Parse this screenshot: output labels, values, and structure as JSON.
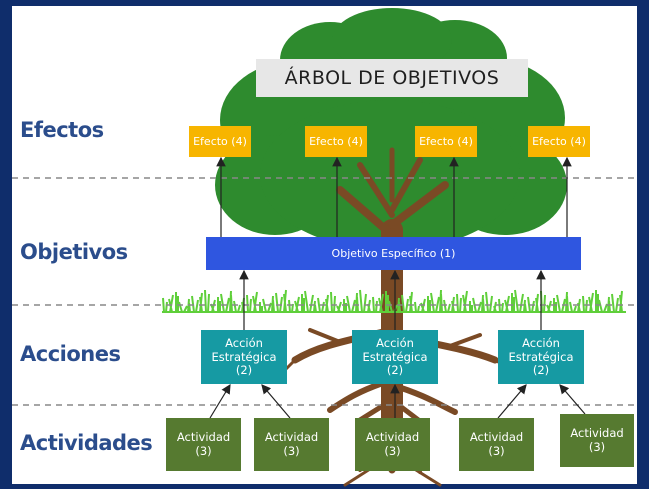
{
  "title": "ÁRBOL DE OBJETIVOS",
  "row_labels": {
    "effects": "Efectos",
    "objectives": "Objetivos",
    "actions": "Acciones",
    "activities": "Actividades"
  },
  "effects": [
    "Efecto (4)",
    "Efecto (4)",
    "Efecto (4)",
    "Efecto (4)"
  ],
  "objective": "Objetivo Específico (1)",
  "actions": [
    {
      "line1": "Acción",
      "line2": "Estratégica",
      "line3": "(2)"
    },
    {
      "line1": "Acción",
      "line2": "Estratégica",
      "line3": "(2)"
    },
    {
      "line1": "Acción",
      "line2": "Estratégica",
      "line3": "(2)"
    }
  ],
  "activities": [
    {
      "line1": "Actividad",
      "line2": "(3)"
    },
    {
      "line1": "Actividad",
      "line2": "(3)"
    },
    {
      "line1": "Actividad",
      "line2": "(3)"
    },
    {
      "line1": "Actividad",
      "line2": "(3)"
    },
    {
      "line1": "Actividad",
      "line2": "(3)"
    }
  ],
  "colors": {
    "background": "#0f2d6b",
    "label_text": "#2b4d8c",
    "effect_box": "#f7b500",
    "objective_box": "#2f56e0",
    "action_box": "#169aa3",
    "activity_box": "#567a30",
    "canopy": "#2e8b2e",
    "trunk": "#7a4a25",
    "grass": "#5fcf3a"
  }
}
